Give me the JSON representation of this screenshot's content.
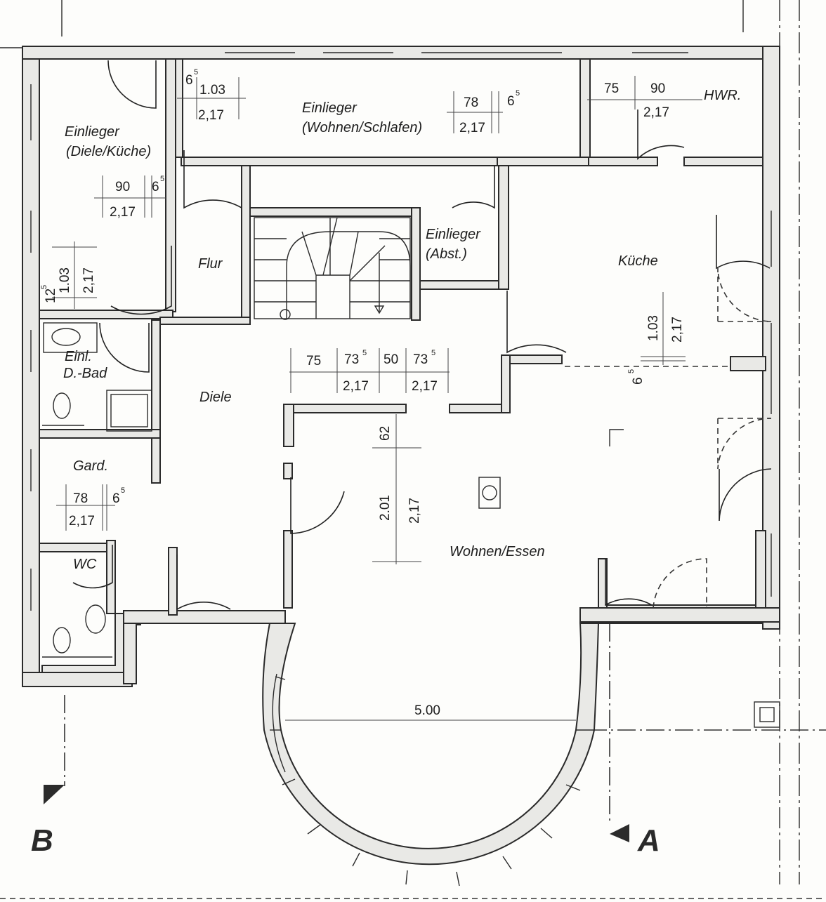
{
  "rooms": {
    "einlieger_diele_kueche": [
      "Einlieger",
      "(Diele/Küche)"
    ],
    "einlieger_wohnen": [
      "Einlieger",
      "(Wohnen/Schlafen)"
    ],
    "hwr": "HWR.",
    "einlieger_abst": [
      "Einlieger",
      "(Abst.)"
    ],
    "flur": "Flur",
    "kueche": "Küche",
    "bad": [
      "Einl.",
      "D.-Bad"
    ],
    "diele": "Diele",
    "gard": "Gard.",
    "wc": "WC",
    "wohnen_essen": "Wohnen/Essen"
  },
  "dimensions": {
    "wohnen_top_w": "1.03",
    "wohnen_top_w_sup": "6",
    "wohnen_top_w_sup2": "5",
    "wohnen_top_h": "2,17",
    "wohnen_right_w": "78",
    "wohnen_right_s": "6",
    "wohnen_right_s_sup": "5",
    "wohnen_right_h": "2,17",
    "hwr_a": "75",
    "hwr_b": "90",
    "hwr_h": "2,17",
    "diele_k_w": "90",
    "diele_k_s": "6",
    "diele_k_s_sup": "5",
    "diele_k_h": "2,17",
    "left_a": "1.03",
    "left_b": "2,17",
    "left_c": "12",
    "left_c_sup": "5",
    "center_a": "75",
    "center_b": "73",
    "center_b_sup": "5",
    "center_c": "50",
    "center_d": "73",
    "center_d_sup": "5",
    "center_h1": "2,17",
    "center_h2": "2,17",
    "kueche_a": "1.03",
    "kueche_b": "2,17",
    "kueche_c": "6",
    "kueche_c_sup": "5",
    "wohnen_62": "62",
    "wohnen_201": "2.01",
    "wohnen_217": "2,17",
    "gard_w": "78",
    "gard_s": "6",
    "gard_s_sup": "5",
    "gard_h": "2,17",
    "bay": "5.00"
  },
  "section_markers": {
    "left": "B",
    "right": "A"
  }
}
